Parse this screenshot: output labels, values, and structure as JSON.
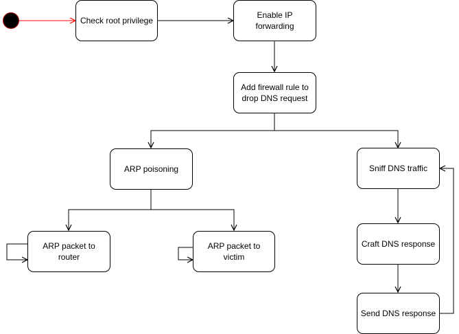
{
  "diagram": {
    "start_marker": "start-node",
    "colors": {
      "line": "#000000",
      "start_arrow": "#ff0000",
      "start_fill": "#000000"
    },
    "nodes": {
      "check_root": {
        "label": "Check root privilege"
      },
      "enable_ip": {
        "label": "Enable IP forwarding"
      },
      "firewall": {
        "label": "Add firewall rule to drop DNS request"
      },
      "arp_poison": {
        "label": "ARP poisoning"
      },
      "sniff_dns": {
        "label": "Sniff DNS traffic"
      },
      "arp_router": {
        "label": "ARP packet to router"
      },
      "arp_victim": {
        "label": "ARP packet to victim"
      },
      "craft_dns": {
        "label": "Craft DNS response"
      },
      "send_dns": {
        "label": "Send DNS response"
      }
    },
    "edges": [
      {
        "from": "start",
        "to": "check_root"
      },
      {
        "from": "check_root",
        "to": "enable_ip"
      },
      {
        "from": "enable_ip",
        "to": "firewall"
      },
      {
        "from": "firewall",
        "to": "arp_poison"
      },
      {
        "from": "firewall",
        "to": "sniff_dns"
      },
      {
        "from": "arp_poison",
        "to": "arp_router"
      },
      {
        "from": "arp_poison",
        "to": "arp_victim"
      },
      {
        "from": "arp_router",
        "to": "arp_router"
      },
      {
        "from": "arp_victim",
        "to": "arp_victim"
      },
      {
        "from": "sniff_dns",
        "to": "craft_dns"
      },
      {
        "from": "craft_dns",
        "to": "send_dns"
      },
      {
        "from": "send_dns",
        "to": "sniff_dns"
      }
    ]
  }
}
